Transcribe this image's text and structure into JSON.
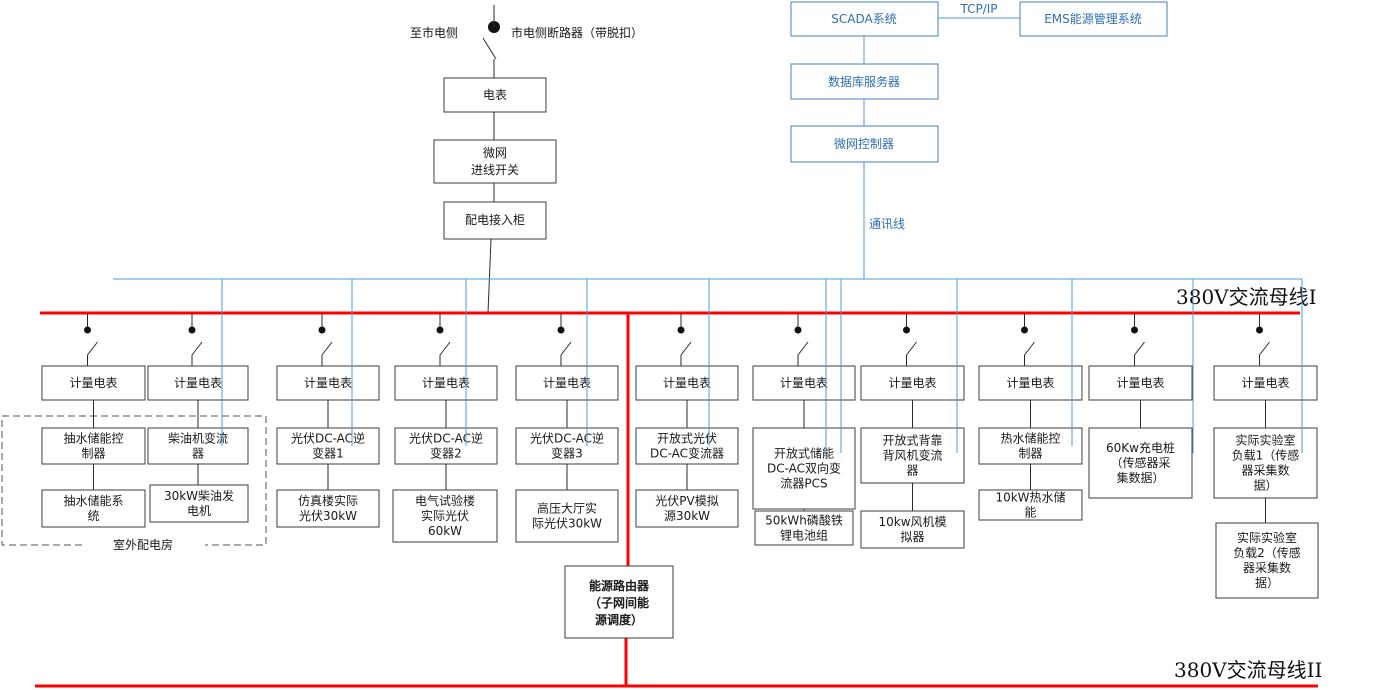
{
  "grid": {
    "to_grid_label": "至市电侧",
    "breaker_label": "市电侧断路器（带脱扣）",
    "meter": "电表",
    "switch_lines": [
      "微网",
      "进线开关"
    ],
    "cabinet": "配电接入柜"
  },
  "control": {
    "scada": "SCADA系统",
    "protocol": "TCP/IP",
    "ems": "EMS能源管理系统",
    "db_server": "数据库服务器",
    "controller": "微网控制器",
    "comm_line": "通讯线"
  },
  "bus": {
    "bus1_label": "380V交流母线I",
    "bus2_label": "380V交流母线II"
  },
  "router": {
    "lines": [
      "能源路由器",
      "（子网间能",
      "源调度）"
    ]
  },
  "outdoor_room": "室外配电房",
  "branches": [
    {
      "meter": "计量电表",
      "device": [
        "抽水储能控",
        "制器"
      ],
      "equip": [
        "抽水储能系",
        "统"
      ]
    },
    {
      "meter": "计量电表",
      "device": [
        "柴油机变流",
        "器"
      ],
      "equip": [
        "30kW柴油发",
        "电机"
      ]
    },
    {
      "meter": "计量电表",
      "device": [
        "光伏DC-AC逆",
        "变器1"
      ],
      "equip": [
        "仿真楼实际",
        "光伏30kW"
      ]
    },
    {
      "meter": "计量电表",
      "device": [
        "光伏DC-AC逆",
        "变器2"
      ],
      "equip": [
        "电气试验楼",
        "实际光伏",
        "60kW"
      ]
    },
    {
      "meter": "计量电表",
      "device": [
        "光伏DC-AC逆",
        "变器3"
      ],
      "equip": [
        "高压大厅实",
        "际光伏30kW"
      ]
    },
    {
      "meter": "计量电表",
      "device": [
        "开放式光伏",
        "DC-AC变流器"
      ],
      "equip": [
        "光伏PV模拟",
        "源30kW"
      ]
    },
    {
      "meter": "计量电表",
      "device": [
        "开放式储能",
        "DC-AC双向变",
        "流器PCS"
      ],
      "equip": [
        "50kWh磷酸铁",
        "锂电池组"
      ]
    },
    {
      "meter": "计量电表",
      "device": [
        "开放式背靠",
        "背风机变流",
        "器"
      ],
      "equip": [
        "10kw风机模",
        "拟器"
      ]
    },
    {
      "meter": "计量电表",
      "device": [
        "热水储能控",
        "制器"
      ],
      "equip": [
        "10kW热水储",
        "能"
      ]
    },
    {
      "meter": "计量电表",
      "device": [
        "60Kw充电桩",
        "（传感器采",
        "集数据）"
      ],
      "equip": []
    },
    {
      "meter": "计量电表",
      "device": [
        "实际实验室",
        "负载1（传感",
        "器采集数",
        "据）"
      ],
      "equip": [
        "实际实验室",
        "负载2（传感",
        "器采集数",
        "据）"
      ]
    }
  ]
}
